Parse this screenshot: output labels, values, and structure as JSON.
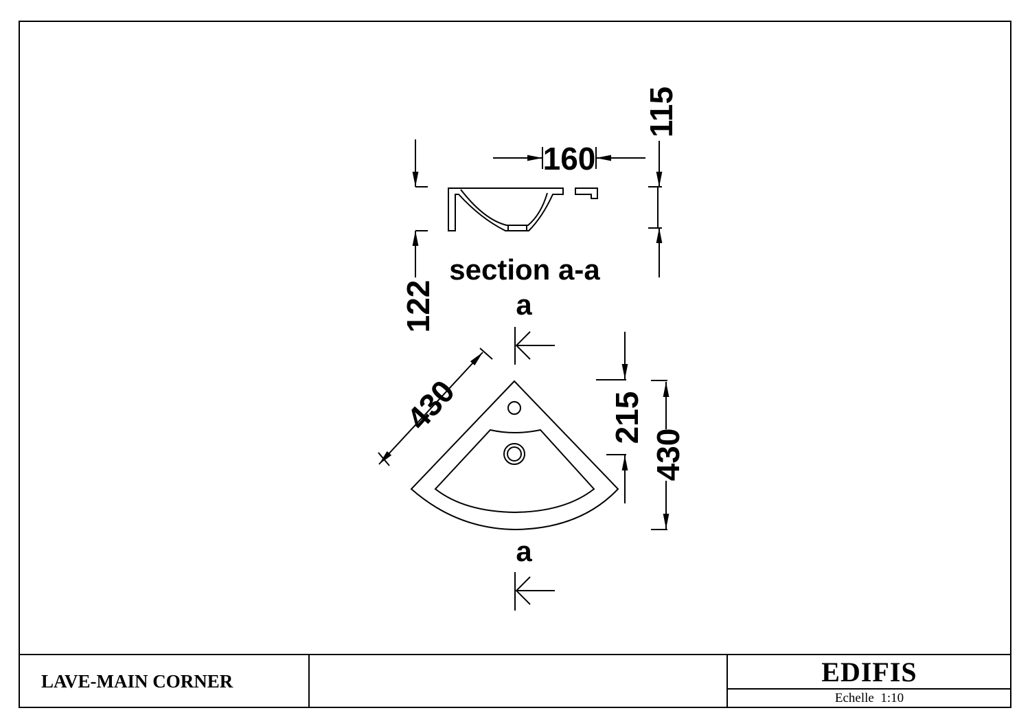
{
  "drawing": {
    "section_label": "section a-a",
    "cut_marker_top": "a",
    "cut_marker_bottom": "a",
    "dimensions": {
      "section_width": "160",
      "section_depth_right": "115",
      "section_depth_left": "122",
      "plan_side": "430",
      "plan_half_depth": "215",
      "plan_depth": "430"
    }
  },
  "title_block": {
    "title": "LAVE-MAIN CORNER",
    "brand": "EDIFIS",
    "scale_label": "Echelle",
    "scale_value": "1:10"
  }
}
